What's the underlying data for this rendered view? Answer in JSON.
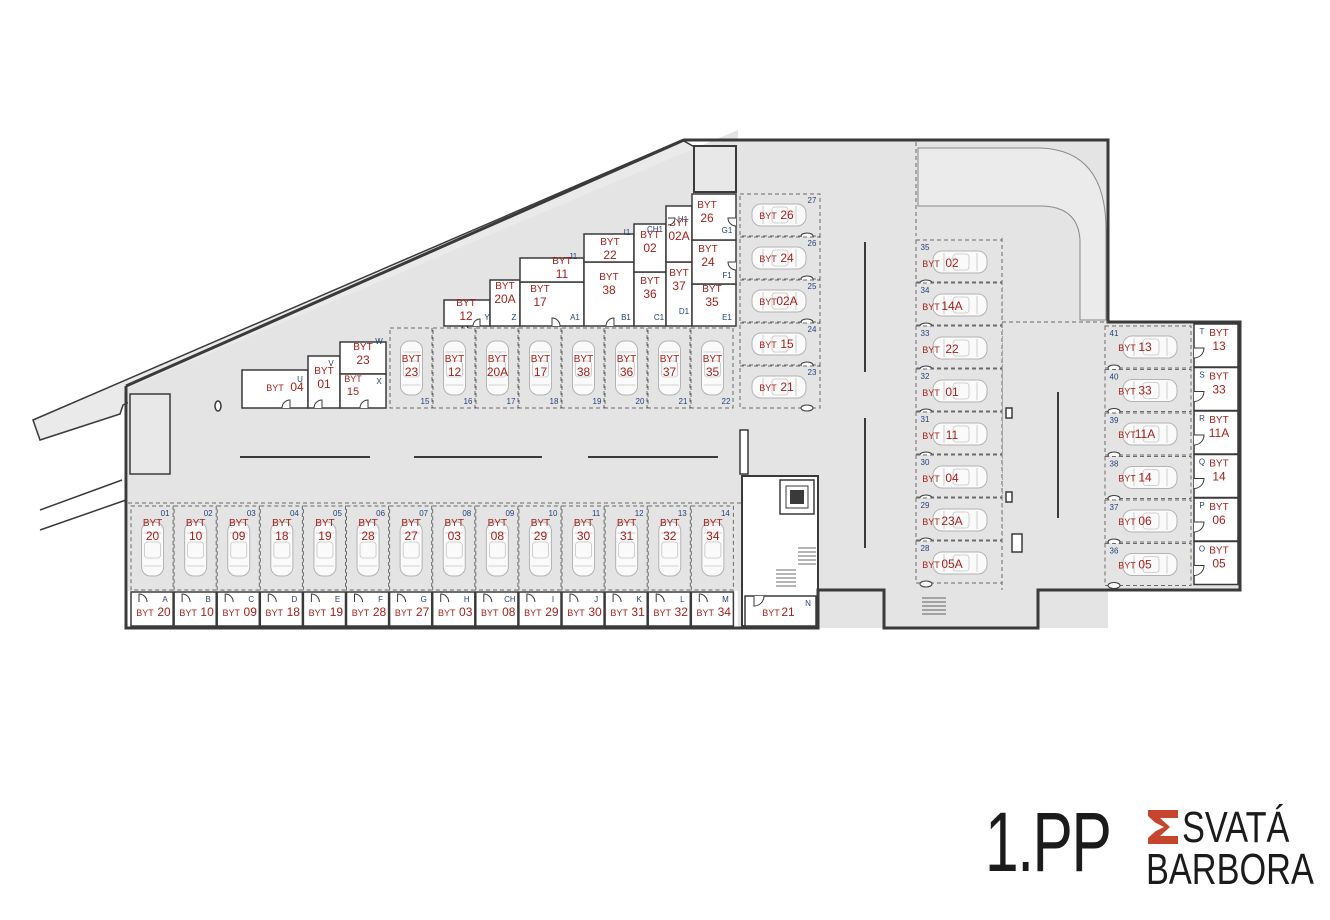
{
  "floor_label": "1.PP",
  "brand": {
    "line1": "SVATÁ",
    "line2": "BARBORA"
  },
  "colors": {
    "wall": "#3a3a3a",
    "floor": "#e4e4e4",
    "label_red": "#a3211a",
    "label_blue": "#24427a",
    "car": "#b5b5b5",
    "brand_red": "#c6452e",
    "text_dark": "#1b1b1b"
  },
  "bottom_row": {
    "space_numbers": [
      "01",
      "02",
      "03",
      "04",
      "05",
      "06",
      "07",
      "08",
      "09",
      "10",
      "11",
      "12",
      "13",
      "14"
    ],
    "parking": [
      "20",
      "10",
      "09",
      "18",
      "19",
      "28",
      "27",
      "03",
      "08",
      "29",
      "30",
      "31",
      "32",
      "34"
    ],
    "cellar_letters": [
      "A",
      "B",
      "C",
      "D",
      "E",
      "F",
      "G",
      "H",
      "CH",
      "I",
      "J",
      "K",
      "L",
      "M"
    ],
    "cellars": [
      "20",
      "10",
      "09",
      "18",
      "19",
      "28",
      "27",
      "03",
      "08",
      "29",
      "30",
      "31",
      "32",
      "34"
    ]
  },
  "top_row": {
    "space_numbers": [
      "15",
      "16",
      "17",
      "18",
      "19",
      "20",
      "21",
      "22"
    ],
    "parking": [
      "23",
      "12",
      "20A",
      "17",
      "38",
      "36",
      "37",
      "35"
    ]
  },
  "left_cellars": [
    {
      "letter": "U",
      "label": "04"
    },
    {
      "letter": "V",
      "label": "01"
    },
    {
      "letter": "W",
      "label": "23"
    },
    {
      "letter": "X",
      "label": "15"
    }
  ],
  "upper_cellars": [
    {
      "letter": "Y",
      "label": "12"
    },
    {
      "letter": "Z",
      "label": "20A"
    },
    {
      "letter": "A1",
      "label": "17"
    },
    {
      "letter": "J1",
      "label": "11"
    },
    {
      "letter": "B1",
      "label": "38"
    },
    {
      "letter": "I1",
      "label": "22"
    },
    {
      "letter": "C1",
      "label": "36"
    },
    {
      "letter": "CH1",
      "label": "02"
    },
    {
      "letter": "D1",
      "label": "37"
    },
    {
      "letter": "H1",
      "label": "02A"
    },
    {
      "letter": "E1",
      "label": "35"
    },
    {
      "letter": "F1",
      "label": "24"
    },
    {
      "letter": "G1",
      "label": "26"
    }
  ],
  "middle_column": {
    "space_numbers": [
      "27",
      "26",
      "25",
      "24",
      "23"
    ],
    "parking": [
      "26",
      "24",
      "02A",
      "15",
      "21"
    ]
  },
  "center_column": {
    "space_numbers": [
      "35",
      "34",
      "33",
      "32",
      "31",
      "30",
      "29",
      "28"
    ],
    "parking": [
      "02",
      "14A",
      "22",
      "01",
      "11",
      "04",
      "23A",
      "05A"
    ]
  },
  "right_column": {
    "space_numbers": [
      "41",
      "40",
      "39",
      "38",
      "37",
      "36"
    ],
    "parking": [
      "13",
      "33",
      "11A",
      "14",
      "06",
      "05"
    ],
    "cellar_letters": [
      "T",
      "S",
      "R",
      "Q",
      "P",
      "O"
    ],
    "cellars": [
      "13",
      "33",
      "11A",
      "14",
      "06",
      "05"
    ]
  },
  "stair_cellar": {
    "letter": "N",
    "label": "21"
  },
  "byt_prefix": "BYT"
}
